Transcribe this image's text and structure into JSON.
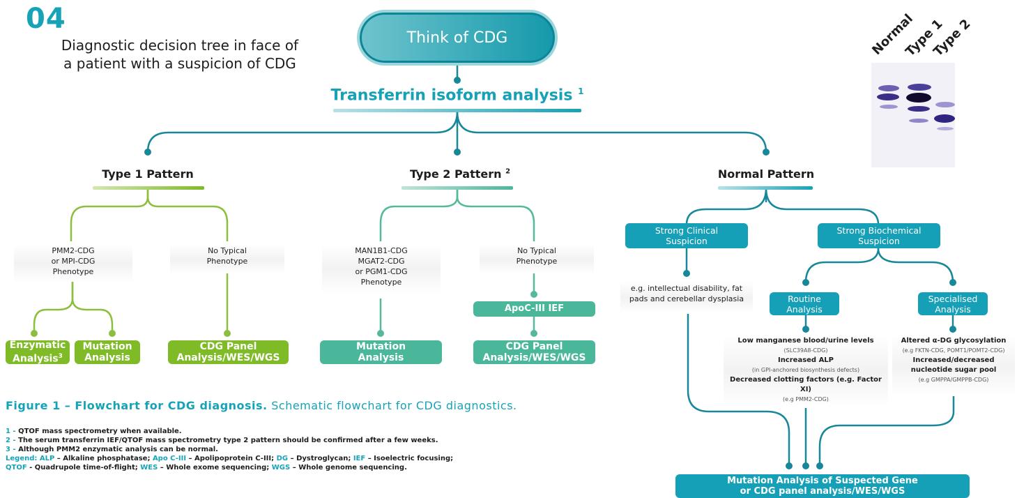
{
  "figure_number": "04",
  "page_title_line1": "Diagnostic decision tree in face of",
  "page_title_line2": "a patient with a suspicion of CDG",
  "root": "Think of CDG",
  "analysis": {
    "label": "Transferrin isoform analysis",
    "ref": "1"
  },
  "gel": {
    "lanes": [
      "Normal",
      "Type 1",
      "Type 2"
    ]
  },
  "type1": {
    "label": "Type 1 Pattern",
    "pheno_a": [
      "PMM2-CDG",
      "or MPI-CDG",
      "Phenotype"
    ],
    "pheno_b": [
      "No Typical",
      "Phenotype"
    ],
    "enzymatic": [
      "Enzymatic",
      "Analysis"
    ],
    "enzymatic_ref": "3",
    "mutation": [
      "Mutation",
      "Analysis"
    ],
    "panel": [
      "CDG Panel",
      "Analysis/WES/WGS"
    ]
  },
  "type2": {
    "label": "Type 2 Pattern",
    "ref": "2",
    "pheno_a": [
      "MAN1B1-CDG",
      "MGAT2-CDG",
      "or PGM1-CDG",
      "Phenotype"
    ],
    "pheno_b": [
      "No Typical",
      "Phenotype"
    ],
    "apoc": "ApoC-III IEF",
    "mutation": [
      "Mutation",
      "Analysis"
    ],
    "panel": [
      "CDG Panel",
      "Analysis/WES/WGS"
    ]
  },
  "normal": {
    "label": "Normal Pattern",
    "clinical": [
      "Strong Clinical",
      "Suspicion"
    ],
    "biochemical": [
      "Strong Biochemical",
      "Suspicion"
    ],
    "clinical_example": [
      "e.g. intellectual disability, fat",
      "pads and cerebellar dysplasia"
    ],
    "routine": [
      "Routine",
      "Analysis"
    ],
    "specialised": [
      "Specialised",
      "Analysis"
    ],
    "routine_notes": {
      "l1": "Low manganese blood/urine levels",
      "l1s": "(SLC39A8-CDG)",
      "l2": "Increased ALP",
      "l2s": "(in GPI-anchored biosynthesis defects)",
      "l3": "Decreased clotting factors (e.g. Factor XI)",
      "l3s": "(e.g PMM2-CDG)"
    },
    "special_notes": {
      "l1": "Altered α-DG glycosylation",
      "l1s": "(e.g FKTN-CDG, POMT1/POMT2-CDG)",
      "l2": "Increased/decreased",
      "l2b": "nucleotide sugar pool",
      "l2s": "(e.g GMPPA/GMPPB-CDG)"
    },
    "final": [
      "Mutation Analysis of Suspected Gene",
      "or CDG panel analysis/WES/WGS"
    ]
  },
  "caption": {
    "bold": "Figure 1 – Flowchart for CDG diagnosis.",
    "text": "Schematic flowchart for CDG diagnostics."
  },
  "footnotes": [
    {
      "key": "1 -",
      "text": " QTOF  mass spectrometry when available."
    },
    {
      "key": "2 -",
      "text": " The serum transferrin IEF/QTOF mass spectrometry type 2 pattern should be confirmed after a few weeks."
    },
    {
      "key": "3 -",
      "text": " Although PMM2 enzymatic analysis can be normal."
    }
  ],
  "legend_line1": [
    {
      "k": "Legend: ALP",
      "v": " – Alkaline phosphatase; "
    },
    {
      "k": "Apo C-III",
      "v": " – Apolipoprotein C-III; "
    },
    {
      "k": "DG",
      "v": " – Dystroglycan; "
    },
    {
      "k": "IEF",
      "v": " – Isoelectric focusing;"
    }
  ],
  "legend_line2": [
    {
      "k": "QTOF",
      "v": " - Quadrupole time-of-flight; "
    },
    {
      "k": "WES",
      "v": " – Whole exome sequencing; "
    },
    {
      "k": "WGS",
      "v": " – Whole genome sequencing."
    }
  ],
  "colors": {
    "teal": "#16a3b7",
    "green": "#7fba27",
    "mint": "#4ab79b"
  }
}
